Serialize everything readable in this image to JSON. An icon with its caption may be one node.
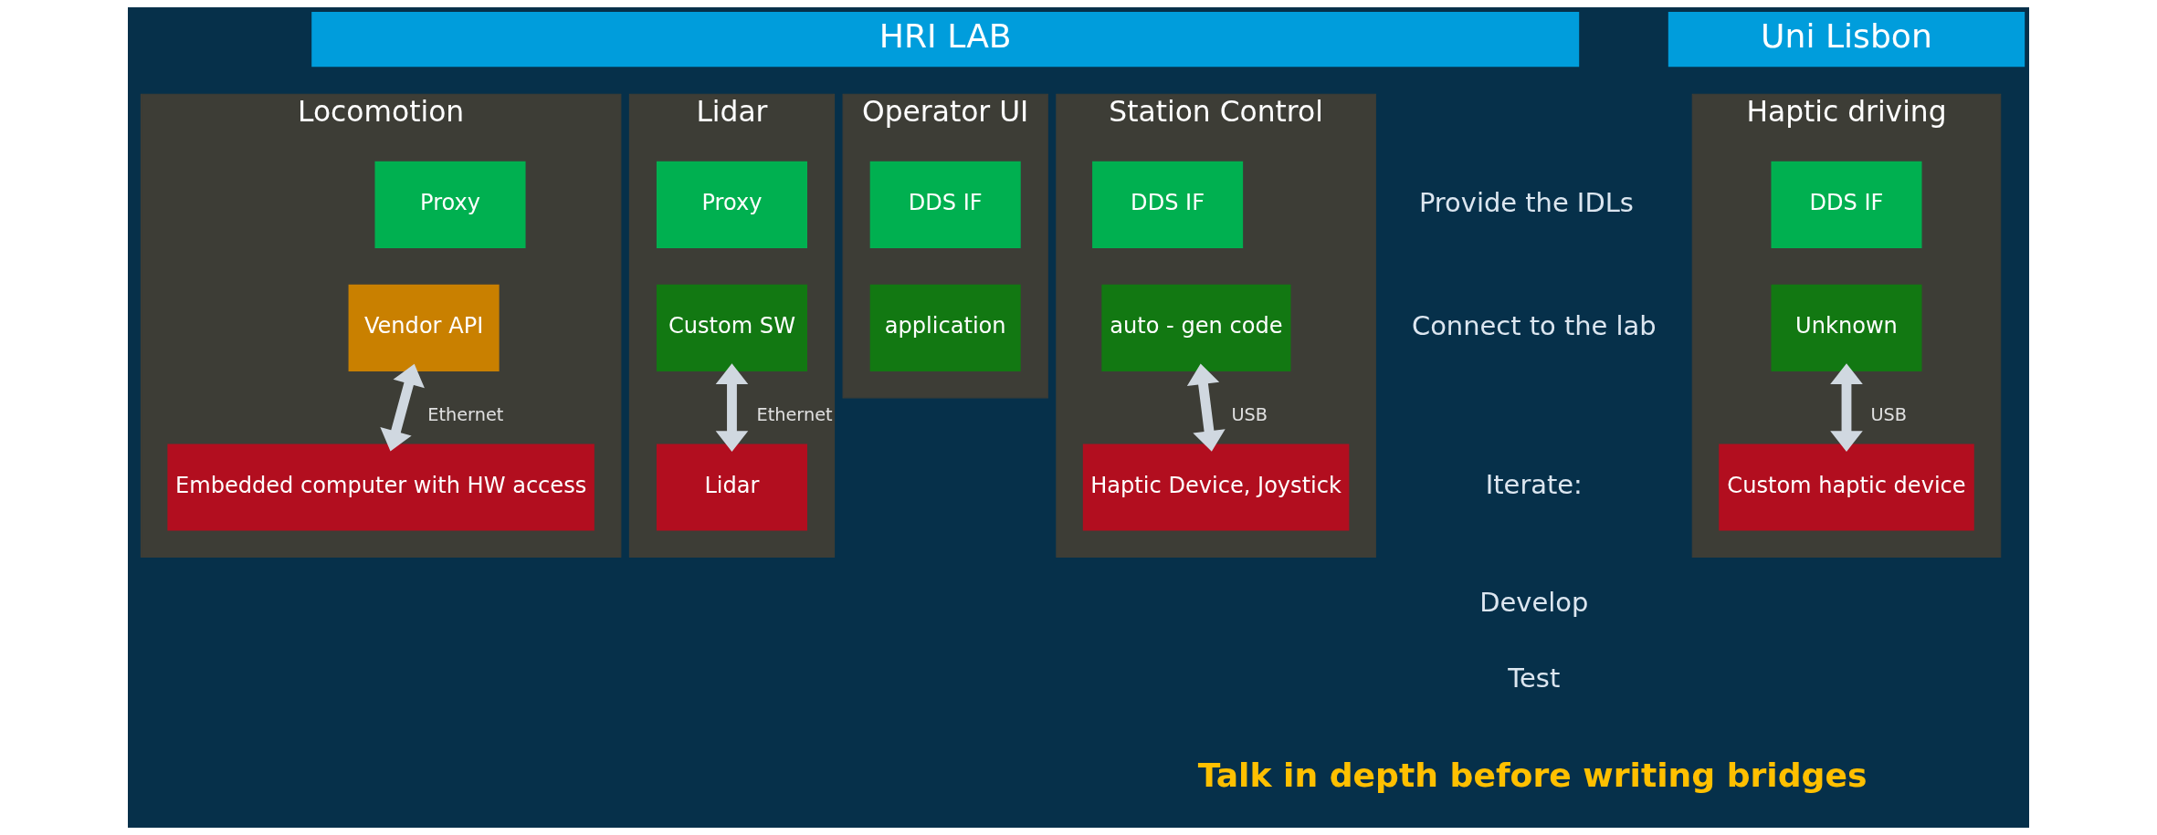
{
  "diagram": {
    "nodes": [
      {
        "text": [
          "HRI LAB"
        ]
      },
      {
        "text": [
          "Uni Lisbon"
        ]
      },
      {
        "text": [
          "Locomotion"
        ]
      },
      {
        "text": [
          "Proxy"
        ],
        "in": 2
      },
      {
        "text": [
          "Vendor API"
        ],
        "in": 2
      },
      {
        "text": [
          "Embedded computer with HW access"
        ],
        "in": 2
      },
      {
        "text": [
          "Lidar"
        ]
      },
      {
        "text": [
          "Proxy"
        ],
        "in": 6
      },
      {
        "text": [
          "Custom SW"
        ],
        "in": 6
      },
      {
        "text": [
          "Lidar"
        ],
        "in": 6
      },
      {
        "text": [
          "Operator UI"
        ]
      },
      {
        "text": [
          "DDS IF"
        ],
        "in": 10
      },
      {
        "text": [
          "application"
        ],
        "in": 10
      },
      {
        "text": [
          "Station Control"
        ]
      },
      {
        "text": [
          "DDS IF"
        ],
        "in": 13
      },
      {
        "text": [
          "auto - gen code"
        ],
        "in": 13
      },
      {
        "text": [
          "Haptic Device, Joystick"
        ],
        "in": 13
      },
      {
        "text": [
          "Haptic driving"
        ]
      },
      {
        "text": [
          "DDS IF"
        ],
        "in": 17
      },
      {
        "text": [
          "Unknown"
        ],
        "in": 17
      },
      {
        "text": [
          "Custom haptic device"
        ],
        "in": 17
      }
    ],
    "edges": [
      {
        "from": 4,
        "to": 5,
        "arrow": "both",
        "label": "Ethernet"
      },
      {
        "from": 8,
        "to": 9,
        "arrow": "both",
        "label": "Ethernet"
      },
      {
        "from": 15,
        "to": 16,
        "arrow": "both",
        "label": "USB"
      },
      {
        "from": 19,
        "to": 20,
        "arrow": "both",
        "label": "USB"
      }
    ],
    "labels": [
      "Provide the IDLs",
      "Connect to the lab",
      "Iterate:",
      "Develop",
      "Test",
      "Talk in depth before writing bridges"
    ]
  }
}
